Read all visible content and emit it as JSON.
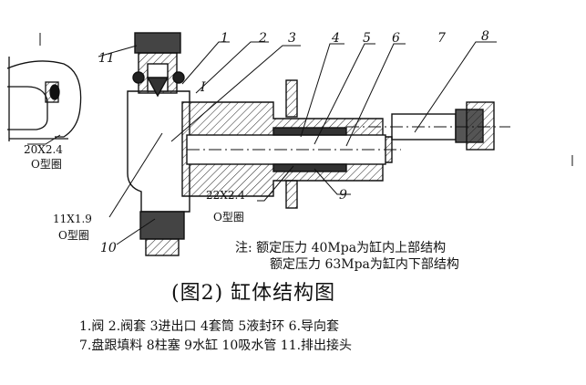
{
  "labels": {
    "n1": "1",
    "n2": "2",
    "n3": "3",
    "n4": "4",
    "n5": "5",
    "n6": "6",
    "n7": "7",
    "n8": "8",
    "n9": "9",
    "n10": "10",
    "n11": "11",
    "ring_small": "20X2.4",
    "ring_mid": "22X2.4",
    "ring_low": "11X1.9",
    "oring": "O型圈",
    "mark_I": "I"
  },
  "note": {
    "line1": "注: 额定压力  40Mpa为缸内上部结构",
    "line2": "额定压力  63Mpa为缸内下部结构"
  },
  "title": "(图2) 缸体结构图",
  "legend": {
    "line1": "1.阀  2.阀套  3进出口  4套筒  5液封环  6.导向套",
    "line2": "7.盘跟填料  8柱塞  9水缸  10吸水管  11.排出接头"
  }
}
